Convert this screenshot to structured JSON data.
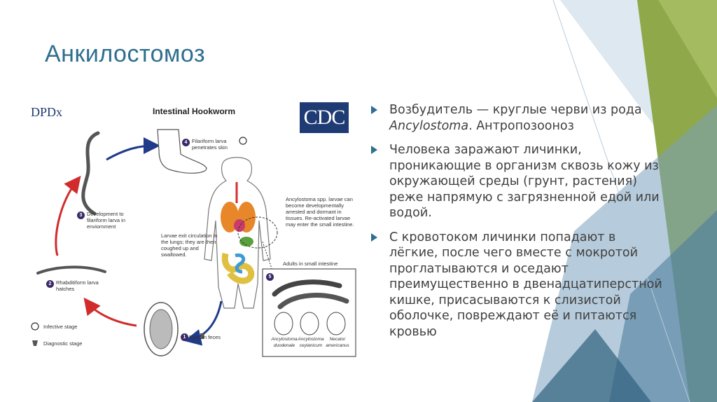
{
  "slide": {
    "title": "Анкилостомоз",
    "bullets": [
      {
        "pre": "Возбудитель — круглые черви из рода ",
        "em": "Ancylostoma",
        "post": ". Антропозооноз"
      },
      {
        "pre": "Человека заражают личинки, проникающие в организм сквозь кожу из окружающей среды (грунт, растения) реже напрямую с загрязненной едой или водой.",
        "em": "",
        "post": ""
      },
      {
        "pre": "С кровотоком личинки попадают в лёгкие, после чего вместе с мокротой проглатываются и оседают преимущественно в двенадцатиперстной кишке, присасываются к слизистой оболочке, повреждают её и питаются кровью",
        "em": "",
        "post": ""
      }
    ]
  },
  "figure": {
    "logo_left": "DPDx",
    "logo_right": "CDC",
    "title": "Intestinal Hookworm",
    "steps": {
      "s1": "Eggs in feces",
      "s2": "Rhabditiform larva hatches",
      "s3": "Development to filariform larva in enviornment",
      "s4": "Filariform larva penetrates skin",
      "s5": "Adults in small intestine"
    },
    "nums": {
      "n1": "1",
      "n2": "2",
      "n3": "3",
      "n4": "4",
      "n5": "5"
    },
    "notes": {
      "lungs": "Larvae exit circulation in the lungs; they are then coughed up and swallowed.",
      "dormant": "Ancylostoma spp. larvae can become developmentally arrested and dormant in tissues. Re-activated larvae may enter the small intestine."
    },
    "species": {
      "a": "Ancylostoma duodenale",
      "b": "Ancylostoma ceylanicum",
      "c": "Necator americanus"
    },
    "legend": {
      "infective": "Infective stage",
      "diagnostic": "Diagnostic stage"
    }
  },
  "colors": {
    "accent": "#2e6e8e",
    "arrow_red": "#d22b2b",
    "arrow_blue": "#1f3b8a",
    "deco_green": "#8ea84a",
    "deco_blue": "#6a93b0"
  }
}
